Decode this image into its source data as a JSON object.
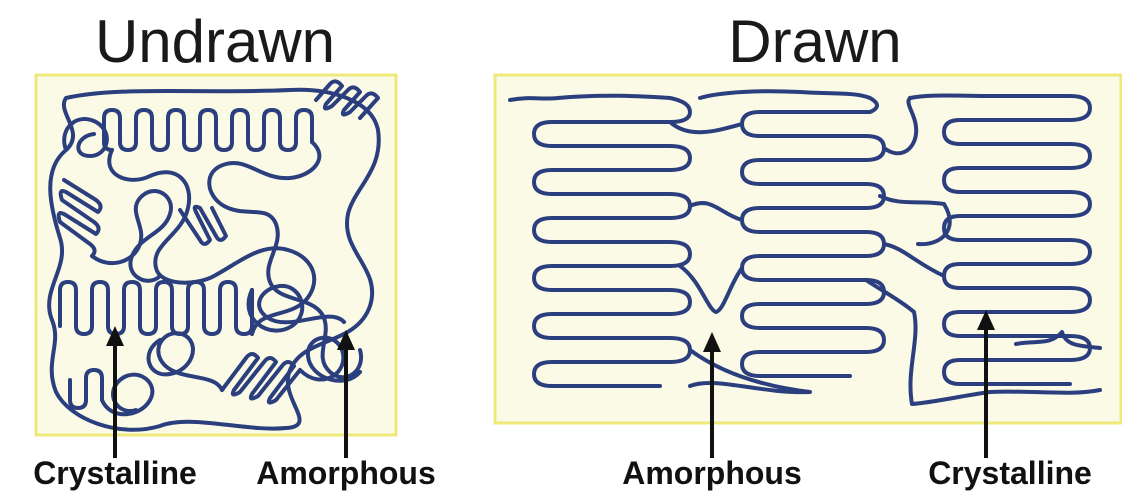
{
  "titles": {
    "left": "Undrawn",
    "right": "Drawn"
  },
  "labels": {
    "undrawn_crystalline": "Crystalline",
    "undrawn_amorphous": "Amorphous",
    "drawn_amorphous": "Amorphous",
    "drawn_crystalline": "Crystalline"
  },
  "colors": {
    "panel_fill": "#fbfae6",
    "panel_border": "#efe87a",
    "chain": "#2b3f7e"
  }
}
